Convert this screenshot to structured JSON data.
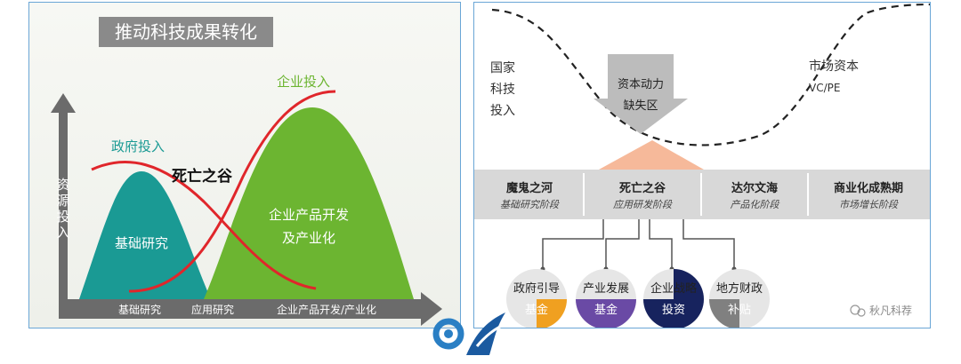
{
  "left": {
    "title": "推动科技成果转化",
    "y_axis_label": [
      "资",
      "源",
      "投",
      "入"
    ],
    "gov_label": "政府投入",
    "ent_label": "企业投入",
    "valley_label": "死亡之谷",
    "curve1_lines": [
      "基础研究"
    ],
    "curve2_lines": [
      "企业产品开发",
      "及产业化"
    ],
    "x_labels": [
      "基础研究",
      "应用研究",
      "企业产品开发/产业化"
    ],
    "colors": {
      "title_bg": "#8a8a8a",
      "teal": "#1a9a94",
      "green": "#6cb531",
      "red": "#e0262b",
      "axis": "#6b6b6b"
    }
  },
  "right": {
    "gov_lines": [
      "国家",
      "科技",
      "投入"
    ],
    "market_lines": [
      "市场资本",
      "VC/PE"
    ],
    "gap_lines": [
      "资本动力",
      "缺失区"
    ],
    "stages": [
      {
        "name": "魔鬼之河",
        "sub": "基础研究阶段"
      },
      {
        "name": "死亡之谷",
        "sub": "应用研发阶段"
      },
      {
        "name": "达尔文海",
        "sub": "产品化阶段"
      },
      {
        "name": "商业化成熟期",
        "sub": "市场增长阶段"
      }
    ],
    "funds": [
      {
        "top": "政府引导",
        "bottom": "基金",
        "color": "#f0a020"
      },
      {
        "top": "产业发展",
        "bottom": "基金",
        "color": "#6a4aa5"
      },
      {
        "top": "企业战略",
        "bottom": "投资",
        "color": "#17235e"
      },
      {
        "top": "地方财政",
        "bottom": "补贴",
        "color": "#808080"
      }
    ],
    "watermark": "秋凡科荐",
    "colors": {
      "stage_bg": "#d8d8d8",
      "arrow_peach": "#f6b99a",
      "dash": "#222222",
      "connector": "#555555"
    }
  },
  "logo": {
    "colors": [
      "#2a7fc4",
      "#1b5aa0"
    ]
  }
}
